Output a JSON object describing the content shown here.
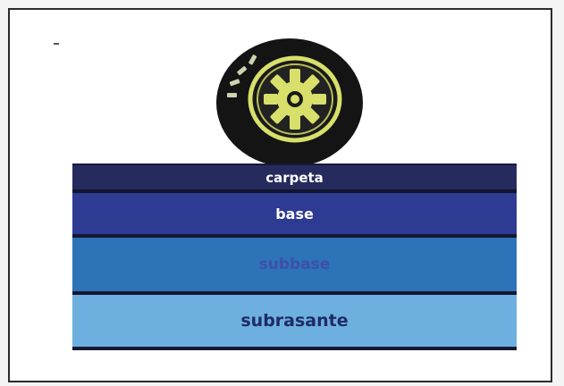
{
  "diagram": {
    "layers": [
      {
        "label": "carpeta",
        "color": "#262b5e",
        "text_color": "#ffffff"
      },
      {
        "label": "base",
        "color": "#2e3b93",
        "text_color": "#ffffff"
      },
      {
        "label": "subbase",
        "color": "#2d73b8",
        "text_color": "#3e4fa8"
      },
      {
        "label": "subrasante",
        "color": "#6db0df",
        "text_color": "#1f2c66"
      }
    ],
    "wheel": {
      "icon": "tire-wheel-icon",
      "tire_color": "#141414",
      "rim_color": "#d8df6a"
    }
  }
}
